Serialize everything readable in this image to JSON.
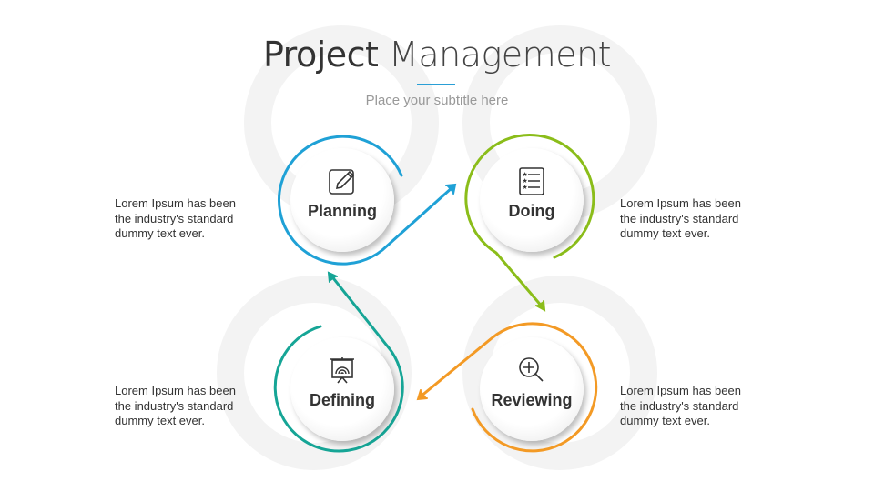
{
  "title": {
    "bold": "Project",
    "light": "Management"
  },
  "subtitle": "Place your subtitle here",
  "colors": {
    "planning": "#1fa1d6",
    "doing": "#8bbd1a",
    "reviewing": "#f39a25",
    "defining": "#16a596",
    "accent": "#2a9fd6"
  },
  "steps": [
    {
      "label": "Planning",
      "icon": "edit-pencil-icon",
      "description": [
        "Lorem Ipsum has been",
        "the industry's standard",
        "dummy text ever."
      ]
    },
    {
      "label": "Doing",
      "icon": "checklist-icon",
      "description": [
        "Lorem Ipsum has been",
        "the industry's standard",
        "dummy text ever."
      ]
    },
    {
      "label": "Reviewing",
      "icon": "zoom-in-icon",
      "description": [
        "Lorem Ipsum has been",
        "the industry's standard",
        "dummy text ever."
      ]
    },
    {
      "label": "Defining",
      "icon": "presentation-board-icon",
      "description": [
        "Lorem Ipsum has been",
        "the industry's standard",
        "dummy text ever."
      ]
    }
  ]
}
